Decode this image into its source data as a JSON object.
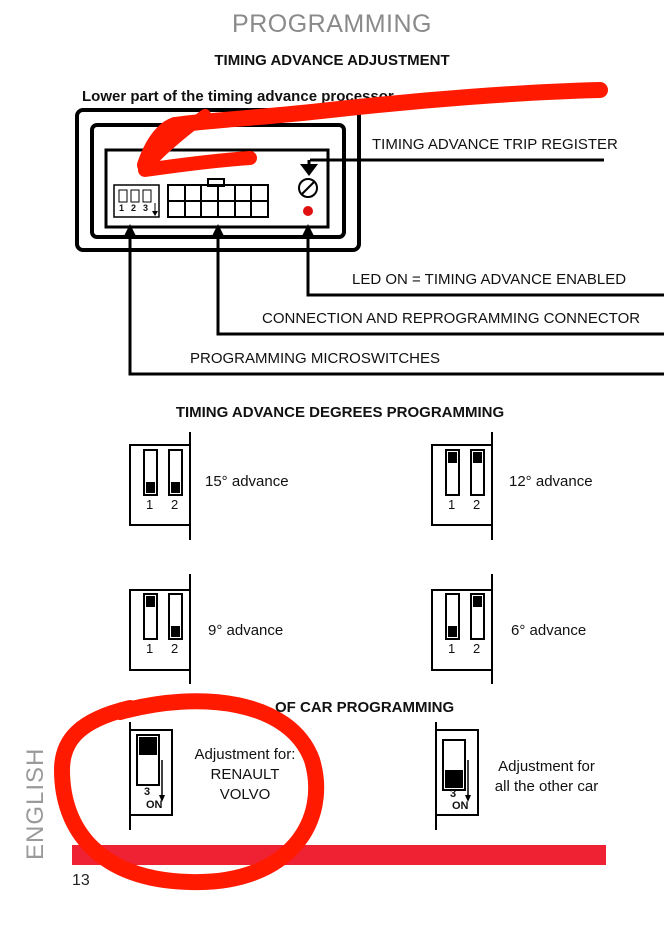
{
  "header": {
    "title": "PROGRAMMING"
  },
  "section1": {
    "title": "TIMING ADVANCE ADJUSTMENT",
    "caption": "Lower part of the timing advance processor",
    "switch_digits": [
      "1",
      "2",
      "3"
    ],
    "callouts": {
      "trip_register": "TIMING ADVANCE TRIP REGISTER",
      "led": "LED ON = TIMING ADVANCE ENABLED",
      "connector": "CONNECTION AND REPROGRAMMING CONNECTOR",
      "microswitches": "PROGRAMMING MICROSWITCHES"
    }
  },
  "section2": {
    "title": "TIMING ADVANCE DEGREES PROGRAMMING",
    "settings": [
      {
        "label": "15° advance",
        "switch1": "down",
        "switch2": "down",
        "n1": "1",
        "n2": "2"
      },
      {
        "label": "12° advance",
        "switch1": "up",
        "switch2": "up",
        "n1": "1",
        "n2": "2"
      },
      {
        "label": "9° advance",
        "switch1": "up",
        "switch2": "down",
        "n1": "1",
        "n2": "2"
      },
      {
        "label": "6° advance",
        "switch1": "down",
        "switch2": "up",
        "n1": "1",
        "n2": "2"
      }
    ]
  },
  "section3": {
    "title_visible": "OF CAR PROGRAMMING",
    "options": [
      {
        "lines": [
          "Adjustment for:",
          "RENAULT",
          "VOLVO"
        ],
        "switch": "up",
        "num": "3",
        "on": "ON"
      },
      {
        "lines": [
          "Adjustment for",
          "all the other car"
        ],
        "switch": "down",
        "num": "3",
        "on": "ON"
      }
    ]
  },
  "footer": {
    "page_number": "13",
    "side_label": "ENGLISH"
  },
  "colors": {
    "accent_red": "#ee2233",
    "marker_red": "#ff1a00",
    "led_red": "#e01010"
  }
}
